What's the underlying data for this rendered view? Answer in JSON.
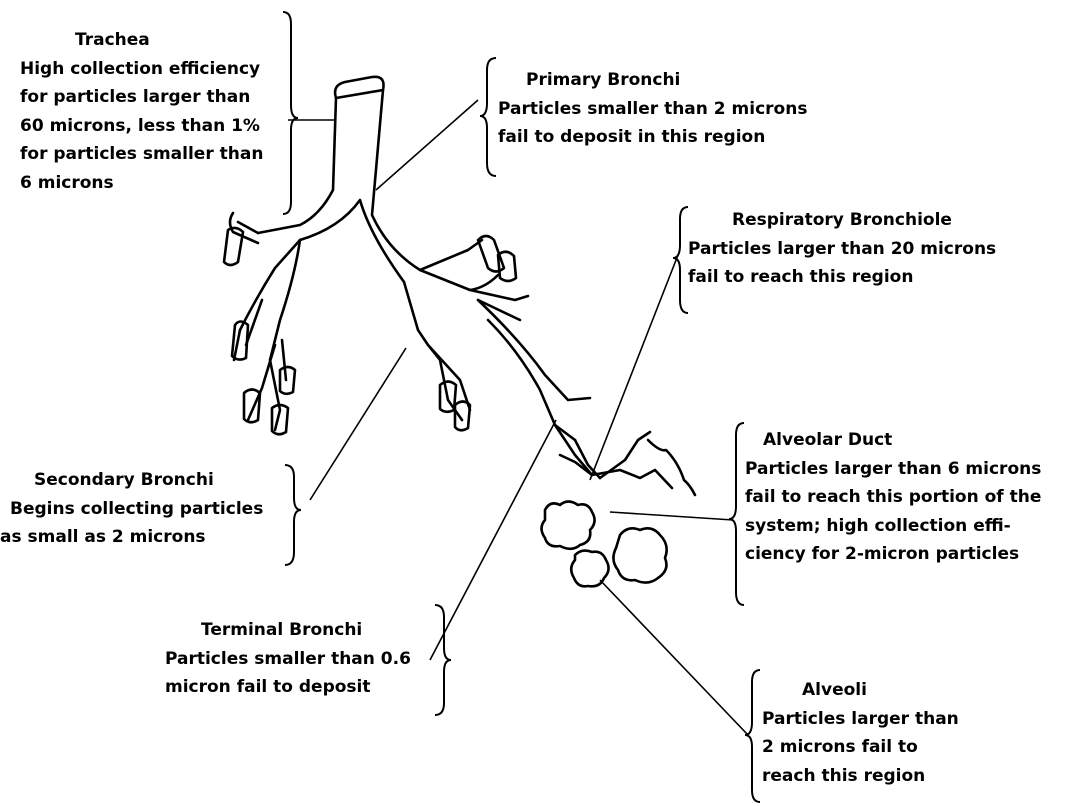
{
  "labels": {
    "trachea": {
      "title": "Trachea",
      "lines": [
        "High collection efficiency",
        "for particles larger than",
        "60 microns, less than 1%",
        "for particles smaller than",
        "6 microns"
      ]
    },
    "primary_bronchi": {
      "title": "Primary Bronchi",
      "lines": [
        "Particles smaller than 2 microns",
        "fail to deposit in this region"
      ]
    },
    "respiratory_bronchiole": {
      "title": "Respiratory Bronchiole",
      "lines": [
        "Particles larger than 20 microns",
        "fail to reach this region"
      ]
    },
    "secondary_bronchi": {
      "title": "Secondary Bronchi",
      "lines": [
        "Begins collecting particles",
        "as small as 2 microns"
      ]
    },
    "alveolar_duct": {
      "title": "Alveolar Duct",
      "lines": [
        "Particles larger than 6 microns",
        "fail to reach this portion of the",
        "system; high collection effi-",
        "ciency for 2-micron particles"
      ]
    },
    "terminal_bronchi": {
      "title": "Terminal Bronchi",
      "lines": [
        "Particles smaller than 0.6",
        "micron fail to deposit"
      ]
    },
    "alveoli": {
      "title": "Alveoli",
      "lines": [
        "Particles larger than",
        "2 microns fail to",
        "reach this region"
      ]
    }
  },
  "colors": {
    "ink": "#000000",
    "background": "#ffffff"
  }
}
